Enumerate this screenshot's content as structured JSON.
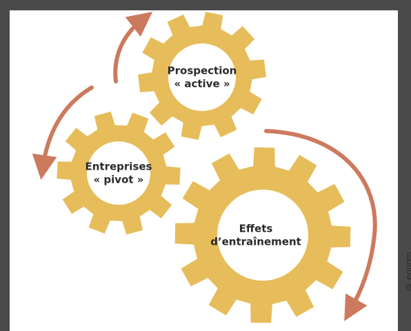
{
  "colors": {
    "frame": "#4a4a4a",
    "panel": "#ffffff",
    "gear": "#e6bd5a",
    "arrow": "#cc7a5e",
    "text": "#2b2b2b"
  },
  "gears": [
    {
      "id": "prospection",
      "lines": [
        "Prospection",
        "« active »"
      ]
    },
    {
      "id": "entreprises",
      "lines": [
        "Entreprises",
        "« pivot »"
      ]
    },
    {
      "id": "effets",
      "lines": [
        "Effets",
        "d’entraînement"
      ]
    }
  ],
  "credit": "@ epures"
}
